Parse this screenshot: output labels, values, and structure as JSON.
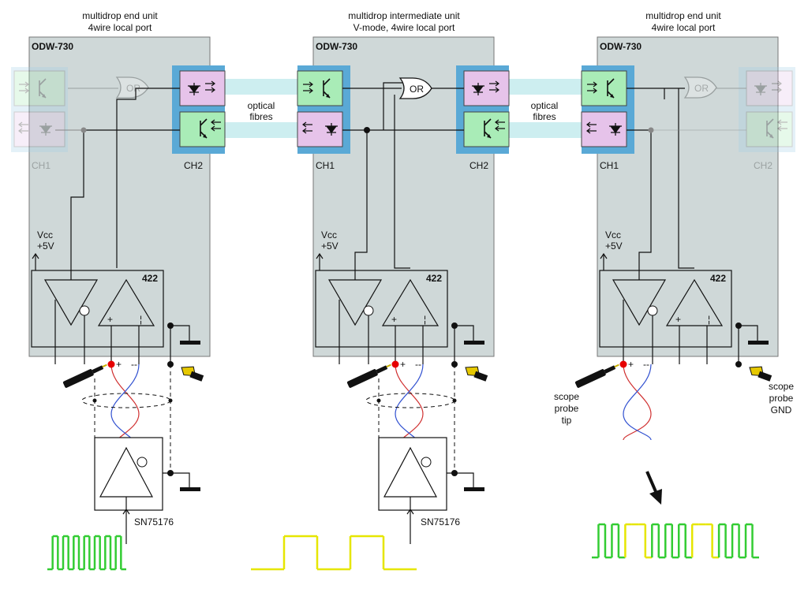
{
  "units": [
    {
      "caption_line1": "multidrop end unit",
      "caption_line2": "4wire local port",
      "model": "ODW-730",
      "ch_left": "CH1",
      "ch_right": "CH2",
      "chip": "422",
      "vcc_line1": "Vcc",
      "vcc_line2": "+5V",
      "or_label": "OR"
    },
    {
      "caption_line1": "multidrop intermediate unit",
      "caption_line2": "V-mode, 4wire local port",
      "model": "ODW-730",
      "ch_left": "CH1",
      "ch_right": "CH2",
      "chip": "422",
      "vcc_line1": "Vcc",
      "vcc_line2": "+5V",
      "or_label": "OR"
    },
    {
      "caption_line1": "multidrop end unit",
      "caption_line2": "4wire local port",
      "model": "ODW-730",
      "ch_left": "CH1",
      "ch_right": "CH2",
      "chip": "422",
      "vcc_line1": "Vcc",
      "vcc_line2": "+5V",
      "or_label": "OR"
    }
  ],
  "fibre_labels": [
    {
      "line1": "optical",
      "line2": "fibres"
    },
    {
      "line1": "optical",
      "line2": "fibres"
    }
  ],
  "drivers": [
    {
      "name": "SN75176"
    },
    {
      "name": "SN75176"
    }
  ],
  "probe": {
    "plus": "+",
    "minus": "--",
    "tip_line1": "scope",
    "tip_line2": "probe",
    "tip_line3": "tip",
    "gnd_line1": "scope",
    "gnd_line2": "probe",
    "gnd_line3": "GND"
  },
  "colors": {
    "unit_fill": "#cfd8d8",
    "fibre": "#cdeef0",
    "channel_blue": "#5aa9d6",
    "module_pink": "#e6c3ea",
    "module_green": "#a9ecb7",
    "signal_green": "#33cc33",
    "signal_yellow": "#e6e600",
    "probe_red": "#e60000"
  },
  "signals": {
    "green_levels": [
      0,
      1,
      0,
      1,
      0,
      1,
      0,
      1,
      0,
      1,
      0,
      1,
      0,
      1,
      0
    ],
    "yellow_levels": [
      0,
      1,
      0,
      1,
      0
    ],
    "combined_levels": [
      0,
      1,
      0,
      1,
      0,
      1,
      1,
      1,
      0,
      1,
      0,
      1,
      0,
      1,
      0,
      1,
      1,
      1,
      0,
      1,
      0,
      1,
      0,
      1,
      0
    ],
    "combined_colors": [
      "g",
      "g",
      "g",
      "g",
      "g",
      "y",
      "y",
      "y",
      "y",
      "g",
      "g",
      "g",
      "g",
      "g",
      "g",
      "y",
      "y",
      "y",
      "y",
      "g",
      "g",
      "g",
      "g",
      "g",
      "g"
    ]
  }
}
